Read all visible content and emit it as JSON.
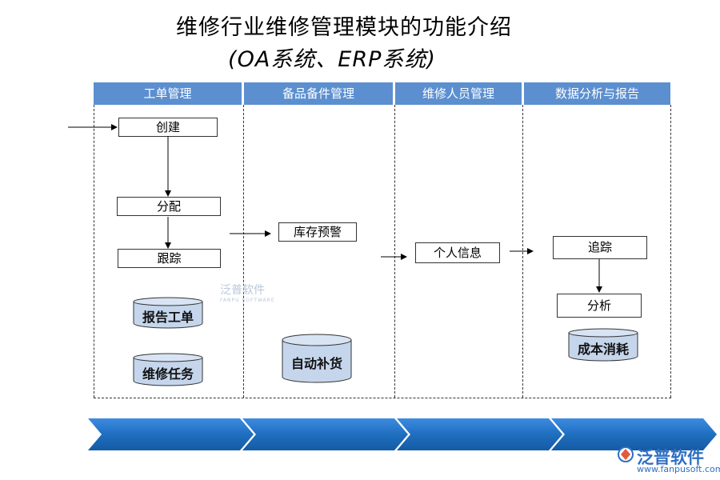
{
  "title": "维修行业维修管理模块的功能介绍",
  "subtitle": "(OA系统、ERP系统)",
  "columns": [
    "工单管理",
    "备品备件管理",
    "维修人员管理",
    "数据分析与报告"
  ],
  "boxes": {
    "create": "创建",
    "assign": "分配",
    "track": "跟踪",
    "stock_alert": "库存预警",
    "personal_info": "个人信息",
    "trace": "追踪",
    "analysis": "分析"
  },
  "stores": {
    "report_order": "报告工单",
    "repair_task": "维修任务",
    "auto_restock": "自动补货",
    "cost_consumption": "成本消耗"
  },
  "watermark": {
    "cn": "泛普软件",
    "en": "FANPU SOFTWARE"
  },
  "logo": {
    "cn": "泛普软件",
    "url": "www.fanpusoft.com"
  },
  "colors": {
    "header": "#5b8fd0",
    "chevron": "#1f6fc0"
  }
}
